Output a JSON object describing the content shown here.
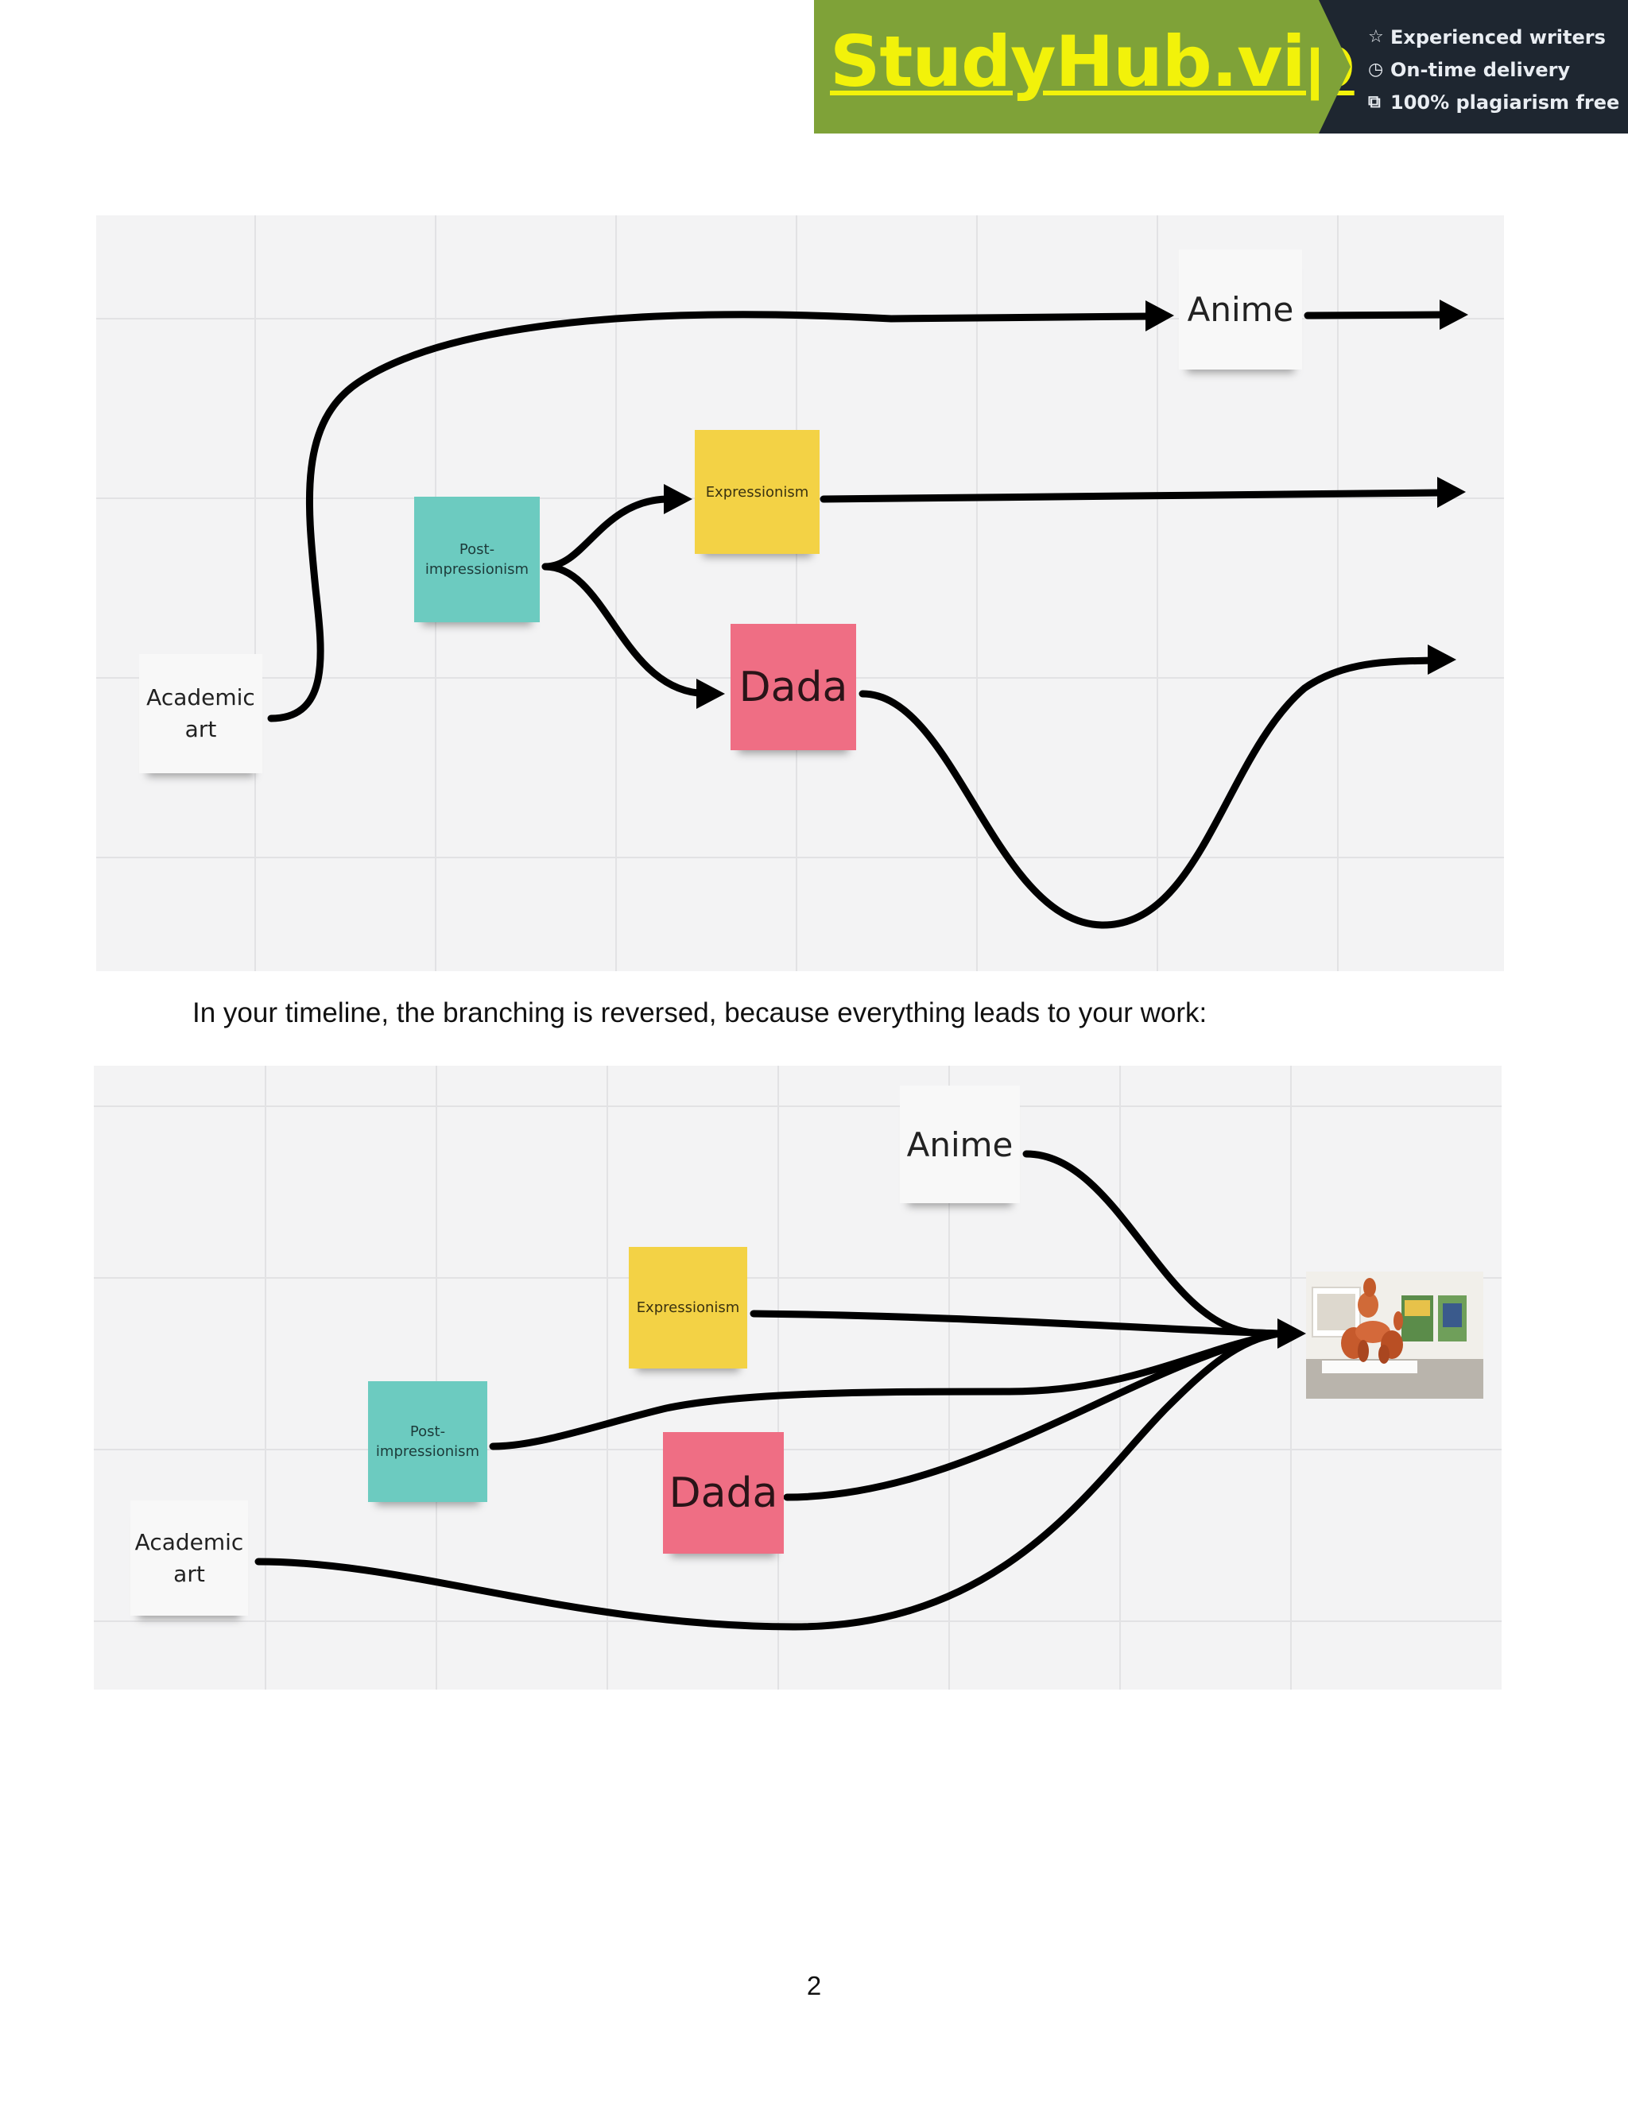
{
  "banner": {
    "logo": "StudyHub.vip",
    "features": [
      {
        "icon": "star-icon",
        "glyph": "☆",
        "text": "Experienced writers"
      },
      {
        "icon": "clock-icon",
        "glyph": "◷",
        "text": "On-time delivery"
      },
      {
        "icon": "copy-icon",
        "glyph": "⧉",
        "text": "100% plagiarism free"
      }
    ],
    "colors": {
      "green": "#7fa238",
      "logo": "#f2f20a",
      "dark": "#1e2630"
    }
  },
  "diagram_top": {
    "notes": {
      "anime": "Anime",
      "expressionism": "Expressionism",
      "post_impressionism_1": "Post-",
      "post_impressionism_2": "impressionism",
      "dada": "Dada",
      "academic_art_1": "Academic",
      "academic_art_2": "art"
    }
  },
  "caption": "In your timeline, the branching is reversed, because everything leads to your work:",
  "diagram_bottom": {
    "notes": {
      "anime": "Anime",
      "expressionism": "Expressionism",
      "post_impressionism_1": "Post-",
      "post_impressionism_2": "impressionism",
      "dada": "Dada",
      "academic_art_1": "Academic",
      "academic_art_2": "art"
    }
  },
  "page_number": "2",
  "colors": {
    "note_teal": "#6ccbc0",
    "note_yellow": "#f3d245",
    "note_pink": "#ef6e84",
    "note_white": "#f8f8f8",
    "board": "#f3f3f4"
  }
}
